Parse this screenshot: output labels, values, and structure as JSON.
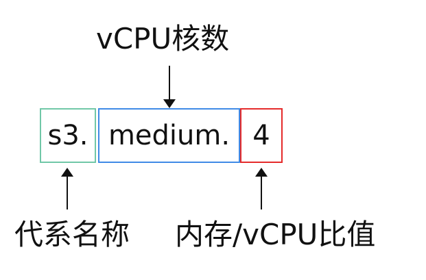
{
  "labels": {
    "vcpu_cores": "vCPU核数",
    "family_name": "代系名称",
    "memory_ratio": "内存/vCPU比值"
  },
  "segments": {
    "family": "s3.",
    "size": "medium.",
    "ratio": "4"
  },
  "colors": {
    "family_border": "#70c7a7",
    "size_border": "#3f8ae6",
    "ratio_border": "#e52a2a",
    "arrow": "#111111"
  }
}
